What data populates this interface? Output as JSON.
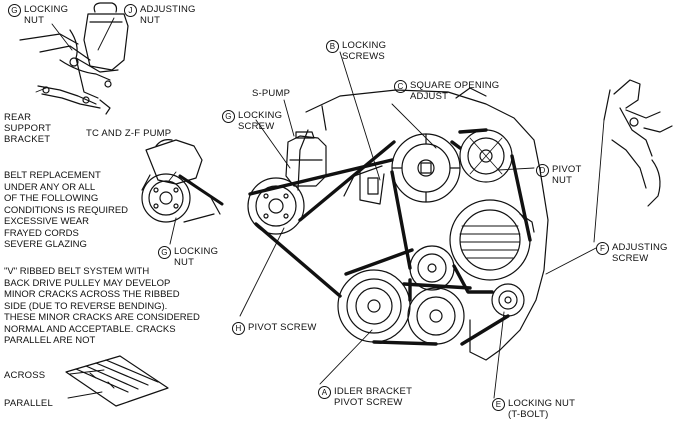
{
  "callouts": {
    "locking_nut_top": {
      "letter": "G",
      "text": "LOCKING\nNUT"
    },
    "adjusting_nut": {
      "letter": "J",
      "text": "ADJUSTING\nNUT"
    },
    "rear_support": {
      "text": "REAR\nSUPPORT\nBRACKET"
    },
    "tc_zf_pump": {
      "text": "TC AND Z-F PUMP"
    },
    "locking_nut_left": {
      "letter": "G",
      "text": "LOCKING\nNUT"
    },
    "s_pump": {
      "text": "S-PUMP"
    },
    "locking_screw": {
      "letter": "G",
      "text": "LOCKING\nSCREW"
    },
    "locking_screws": {
      "letter": "B",
      "text": "LOCKING\nSCREWS"
    },
    "square_opening": {
      "letter": "C",
      "text": "SQUARE OPENING\nADJUST"
    },
    "pivot_nut": {
      "letter": "D",
      "text": "PIVOT\nNUT"
    },
    "adjusting_screw": {
      "letter": "F",
      "text": "ADJUSTING\nSCREW"
    },
    "pivot_screw": {
      "letter": "H",
      "text": "PIVOT SCREW"
    },
    "idler_bracket": {
      "letter": "A",
      "text": "IDLER BRACKET\nPIVOT SCREW"
    },
    "locking_nut_tbolt": {
      "letter": "E",
      "text": "LOCKING NUT\n(T-BOLT)"
    }
  },
  "notes": {
    "belt_replacement": "BELT REPLACEMENT\nUNDER ANY OR ALL\nOF THE FOLLOWING\nCONDITIONS IS REQUIRED\nEXCESSIVE WEAR\nFRAYED CORDS\nSEVERE GLAZING",
    "v_ribbed": "\"V\" RIBBED BELT SYSTEM WITH\nBACK DRIVE PULLEY MAY DEVELOP\nMINOR CRACKS ACROSS THE RIBBED\nSIDE (DUE TO REVERSE BENDING).\nTHESE MINOR CRACKS ARE CONSIDERED\nNORMAL AND ACCEPTABLE. CRACKS\nPARALLEL ARE NOT",
    "across": "ACROSS",
    "parallel": "PARALLEL"
  }
}
